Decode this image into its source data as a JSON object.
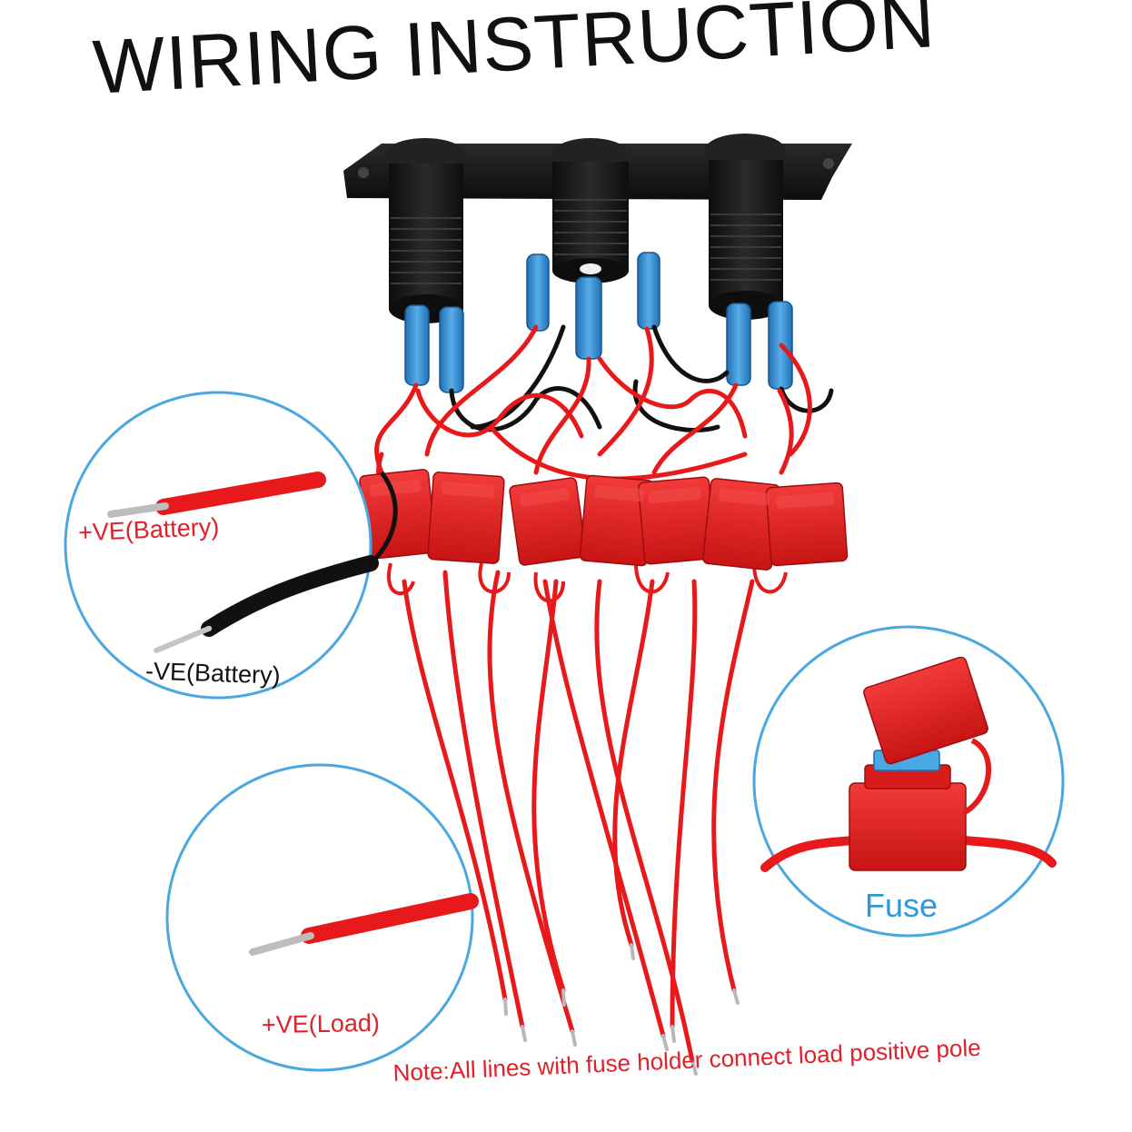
{
  "title": "WIRING INSTRUCTION",
  "callouts": {
    "battery_positive": "+VE(Battery)",
    "battery_negative": "-VE(Battery)",
    "load_positive": "+VE(Load)",
    "fuse": "Fuse"
  },
  "note": "Note:All lines with fuse holder connect load positive pole",
  "colors": {
    "wire_red": "#e8191b",
    "wire_black": "#111111",
    "fuse_holder_red": "#e62020",
    "connector_blue": "#2f86cf",
    "callout_ring": "#4aa7e0",
    "label_red": "#e0202a",
    "fuse_label_blue": "#2c9ad9",
    "panel_black": "#1a1a1a"
  }
}
